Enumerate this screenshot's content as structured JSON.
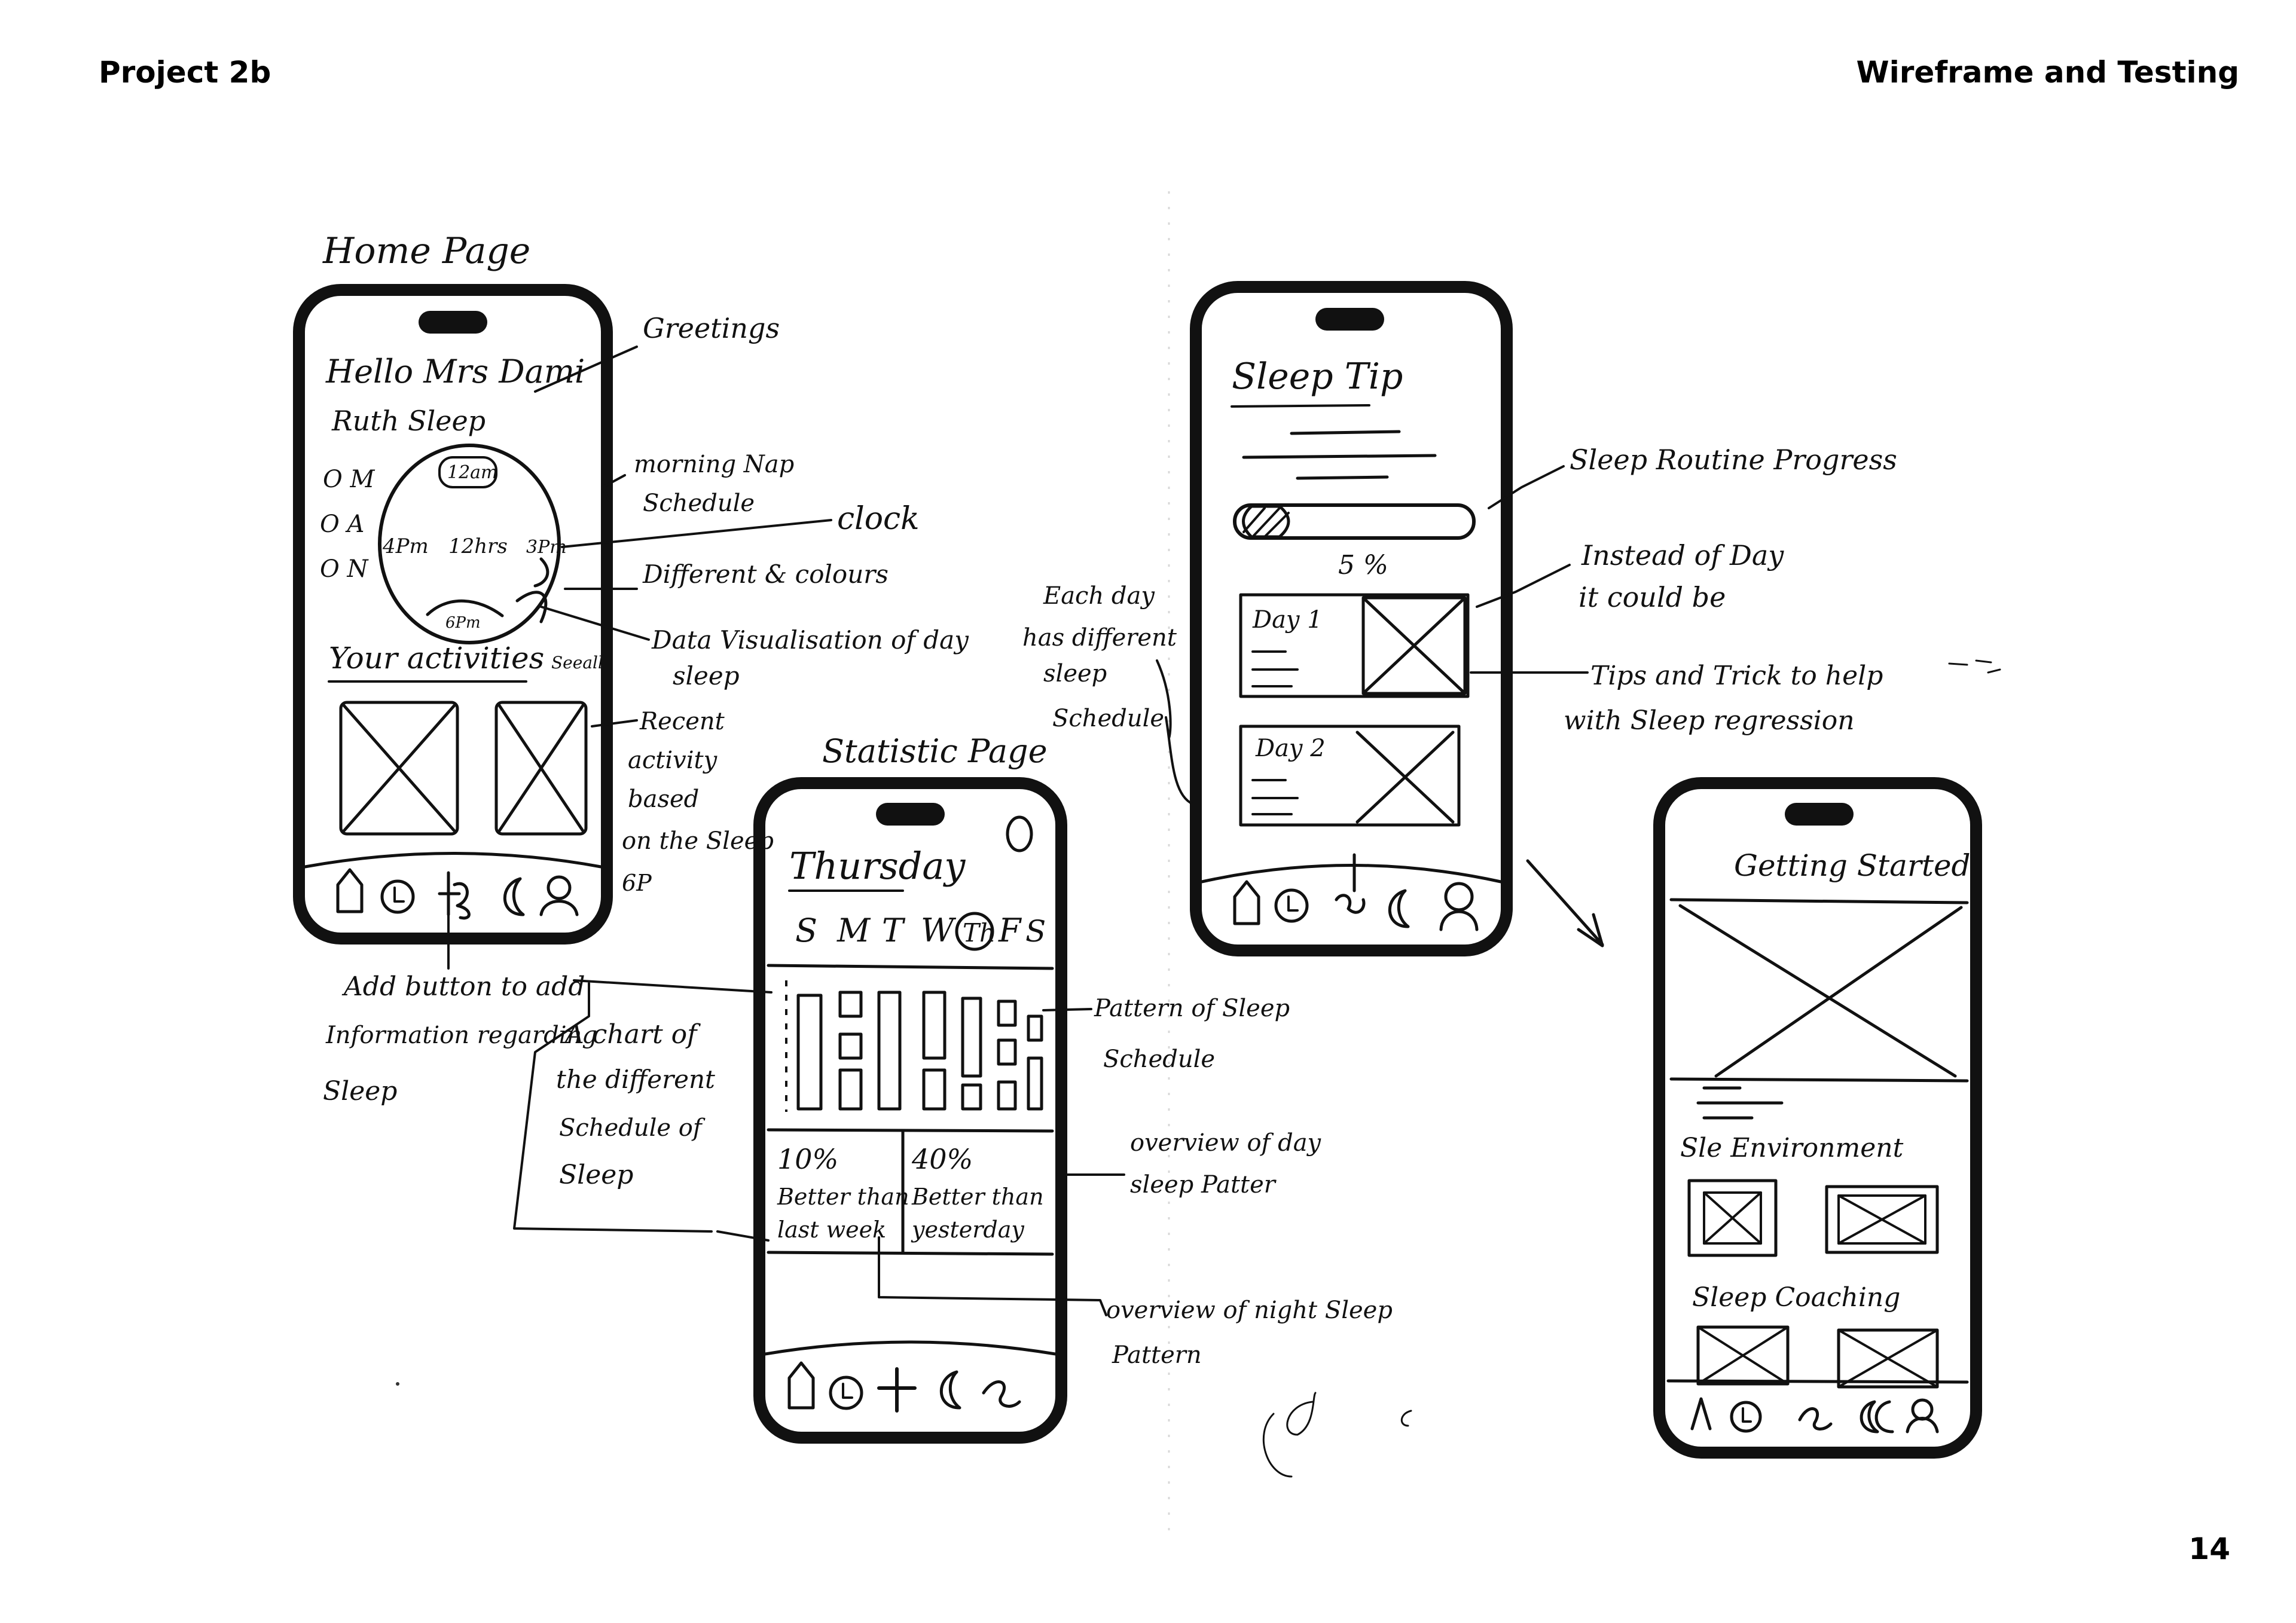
{
  "header": {
    "project": "Project 2b",
    "section": "Wireframe and Testing",
    "page_number": "14"
  },
  "home": {
    "label": "Home Page",
    "greeting_line1": "Hello Mrs Dami",
    "greeting_line2": "Ruth Sleep",
    "side_o1": "O M",
    "side_o2": "O A",
    "side_o3": "O N",
    "clock_top": "12am",
    "clock_left": "4Pm",
    "clock_center": "12hrs",
    "clock_right": "3Pm",
    "clock_bottom": "6Pm",
    "activities_title": "Your activities",
    "see_all": "Seeall"
  },
  "stats": {
    "label": "Statistic Page",
    "day": "Thursday",
    "weekdays": [
      "S",
      "M",
      "T",
      "W",
      "Th",
      "F",
      "S"
    ],
    "card1_value": "10%",
    "card1_line1": "Better than",
    "card1_line2": "last week",
    "card2_value": "40%",
    "card2_line1": "Better than",
    "card2_line2": "yesterday"
  },
  "tips": {
    "title": "Sleep Tip",
    "progress_value": "5 %",
    "day1": "Day 1",
    "day2": "Day 2"
  },
  "start": {
    "title": "Getting Started",
    "section1": "Sle Environment",
    "section2": "Sleep Coaching"
  },
  "annotations": {
    "greetings": "Greetings",
    "nap_line1": "morning Nap",
    "nap_line2": "Schedule",
    "clock": "clock",
    "colours": "Different & colours",
    "dataviz_line1": "Data Visualisation of day",
    "dataviz_line2": "sleep",
    "recent_line1": "Recent",
    "recent_line2": "activity",
    "recent_line3": "based",
    "recent_line4": "on the Sleep",
    "recent_line5": "6P",
    "add_line1": "Add button to add",
    "add_line2": "Information regarding",
    "add_line3": "Sleep",
    "chart_line1": "A chart of",
    "chart_line2": "the different",
    "chart_line3": "Schedule of",
    "chart_line4": "Sleep",
    "pattern_line1": "Pattern of Sleep",
    "pattern_line2": "Schedule",
    "overview_day_line1": "overview of day",
    "overview_day_line2": "sleep Patter",
    "overview_night_line1": "overview of night Sleep",
    "overview_night_line2": "Pattern",
    "progress": "Sleep Routine Progress",
    "instead_line1": "Instead of Day",
    "instead_line2": "it could be",
    "eachday_line1": "Each day",
    "eachday_line2": "has different",
    "eachday_line3": "sleep",
    "eachday_line4": "Schedule",
    "tricks_line1": "Tips and Trick to help",
    "tricks_line2": "with Sleep regression"
  }
}
